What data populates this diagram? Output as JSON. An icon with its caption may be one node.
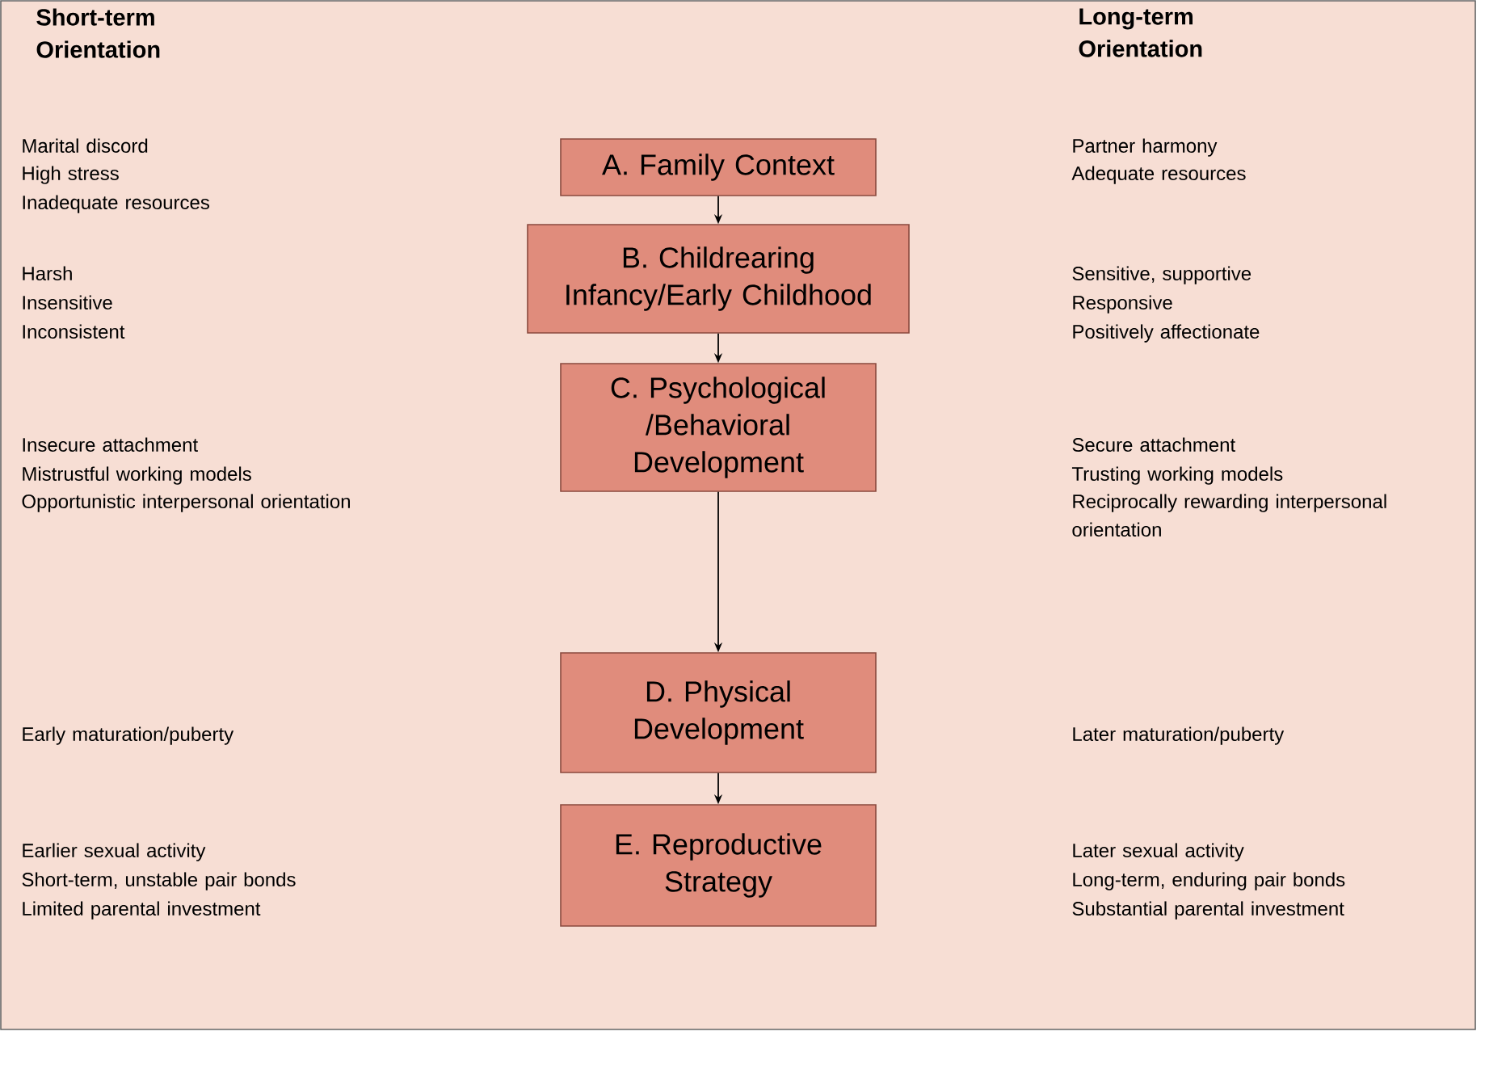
{
  "diagram": {
    "nodes": [
      {
        "text": [
          "A. Family Context"
        ]
      },
      {
        "text": [
          "B. Childrearing Infancy/Early Childhood"
        ]
      },
      {
        "text": [
          "C. Psychological /Behavioral Development"
        ]
      },
      {
        "text": [
          "D. Physical Development"
        ]
      },
      {
        "text": [
          "E. Reproductive Strategy"
        ]
      }
    ],
    "edges": [
      {
        "from": 0,
        "to": 1,
        "arrow": "to"
      },
      {
        "from": 1,
        "to": 2,
        "arrow": "to"
      },
      {
        "from": 2,
        "to": 3,
        "arrow": "to"
      },
      {
        "from": 3,
        "to": 4,
        "arrow": "to"
      }
    ],
    "labels": [
      "Short-term Orientation",
      "Long-term Orientation",
      "Marital discord",
      "High stress",
      "Inadequate resources",
      "Partner harmony",
      "Adequate resources",
      "Harsh",
      "Insensitive",
      "Inconsistent",
      "Sensitive, supportive",
      "Responsive",
      "Positively affectionate",
      "Insecure attachment",
      "Mistrustful working models",
      "Opportunistic interpersonal orientation",
      "Secure attachment",
      "Trusting working models",
      "Reciprocally rewarding interpersonal orientation",
      "Early maturation/puberty",
      "Later maturation/puberty",
      "Earlier sexual activity",
      "Short-term, unstable pair bonds",
      "Limited parental investment",
      "Later sexual activity",
      "Long-term, enduring pair bonds",
      "Substantial parental investment"
    ]
  }
}
